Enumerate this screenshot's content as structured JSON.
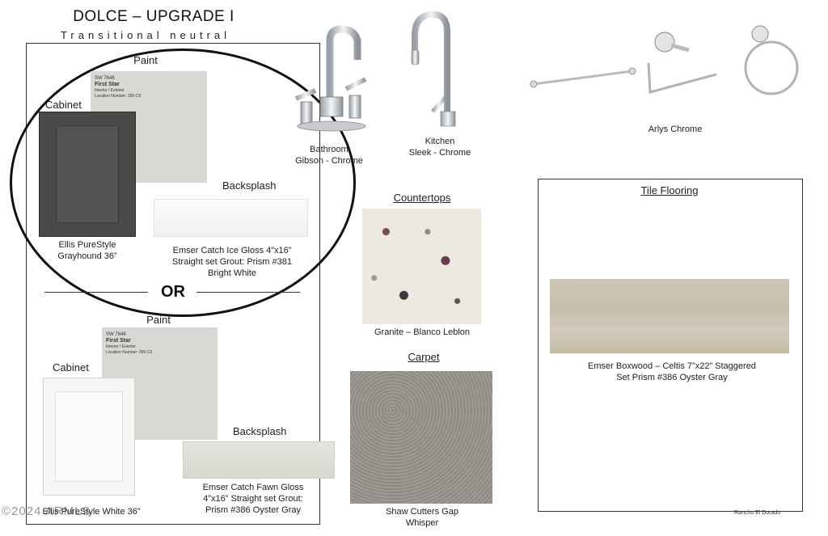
{
  "header": {
    "title": "DOLCE – UPGRADE I",
    "subtitle": "Transitional neutral"
  },
  "option_a": {
    "paint_heading": "Paint",
    "paint_card": {
      "code": "SW 7646",
      "name": "First Star",
      "line1": "Interior / Exterior",
      "line2": "Location Number: 256-C6"
    },
    "cabinet_heading": "Cabinet",
    "cabinet_caption": "Ellis PureStyle Grayhound 36”",
    "backsplash_heading": "Backsplash",
    "backsplash_caption": "Emser Catch Ice Gloss 4”x16” Straight set Grout: Prism #381 Bright White"
  },
  "divider_label": "OR",
  "option_b": {
    "paint_heading": "Paint",
    "paint_card": {
      "code": "SW 7646",
      "name": "First Star",
      "line1": "Interior / Exterior",
      "line2": "Location Number: 256-C6"
    },
    "cabinet_heading": "Cabinet",
    "cabinet_caption": "Ellis PureStyle White 36”",
    "backsplash_heading": "Backsplash",
    "backsplash_caption": "Emser Catch Fawn Gloss 4”x16” Straight set Grout: Prism #386 Oyster Gray"
  },
  "fixtures": {
    "bathroom_faucet": {
      "icon": "bathroom-faucet-icon",
      "line1": "Bathroom",
      "line2": "Gibson - Chrome"
    },
    "kitchen_faucet": {
      "icon": "kitchen-faucet-icon",
      "line1": "Kitchen",
      "line2": "Sleek - Chrome"
    },
    "accessories": {
      "icon": "towel-bar-icon",
      "caption": "Arlys Chrome"
    }
  },
  "countertops": {
    "heading": "Countertops",
    "caption": "Granite – Blanco Leblon"
  },
  "carpet": {
    "heading": "Carpet",
    "caption": "Shaw Cutters Gap Whisper"
  },
  "tile_flooring": {
    "heading": "Tile Flooring",
    "caption": "Emser Boxwood – Celtis 7”x22” Staggered Set Prism #386 Oyster Gray",
    "footer": "Rancho El Dorado"
  },
  "watermark": "©2024 ARMLS",
  "colors": {
    "chrome": "#c9ccd0",
    "cabinet_dark": "#4a4b48",
    "paint": "#d8d8d4"
  }
}
